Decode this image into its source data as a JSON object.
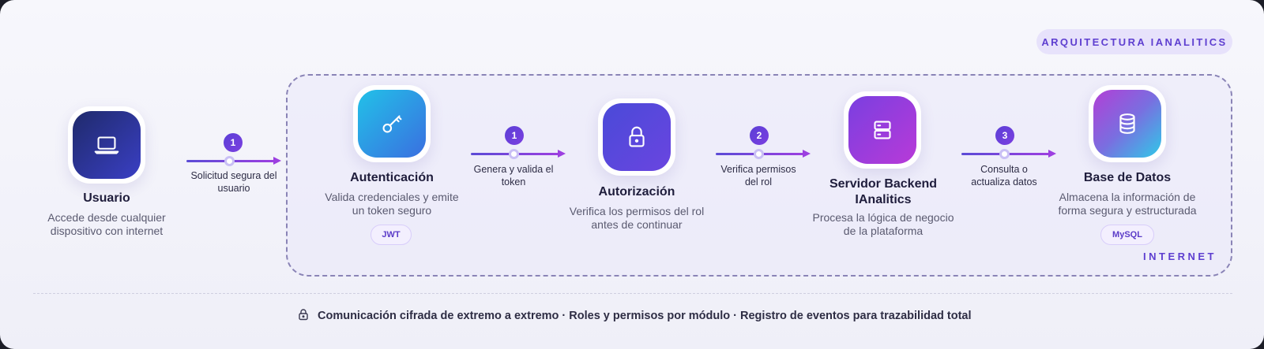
{
  "badge": "ARQUITECTURA IANALITICS",
  "zone_label": "INTERNET",
  "nodes": [
    {
      "title": "Usuario",
      "desc1": "Accede desde cualquier",
      "desc2": "dispositivo con internet",
      "icon": "laptop-icon"
    },
    {
      "title": "Autenticación",
      "desc1": "Valida credenciales y emite",
      "desc2": "un token seguro",
      "pill": "JWT",
      "icon": "key-icon"
    },
    {
      "title": "Autorización",
      "desc1": "Verifica los permisos del rol",
      "desc2": "antes de continuar",
      "icon": "lock-icon"
    },
    {
      "title1": "Servidor Backend",
      "title2": "IAnalitics",
      "desc1": "Procesa la lógica de negocio",
      "desc2": "de la plataforma",
      "icon": "server-icon"
    },
    {
      "title": "Base de Datos",
      "desc1": "Almacena la información de",
      "desc2": "forma segura y estructurada",
      "pill": "MySQL",
      "icon": "database-icon"
    }
  ],
  "steps": [
    {
      "num": "1",
      "line1": "Solicitud segura del",
      "line2": "usuario"
    },
    {
      "num": "1",
      "line1": "Genera y valida el",
      "line2": "token"
    },
    {
      "num": "2",
      "line1": "Verifica permisos",
      "line2": "del rol"
    },
    {
      "num": "3",
      "line1": "Consulta o",
      "line2": "actualiza datos"
    }
  ],
  "footer": "Comunicación cifrada de extremo a extremo · Roles y permisos por módulo · Registro de eventos para trazabilidad total",
  "colors": {
    "accent": "#5e3fd0",
    "usuario_gradient": [
      "#1f2a6b",
      "#3a3fc4"
    ],
    "auth_gradient": [
      "#22c1e8",
      "#3a6fe0"
    ],
    "authz_gradient": [
      "#4a4ad8",
      "#6a45e0"
    ],
    "server_gradient": [
      "#7a3fe0",
      "#b83ad8"
    ],
    "db_gradient": [
      "#b23fd6",
      "#2fc9e8"
    ]
  }
}
